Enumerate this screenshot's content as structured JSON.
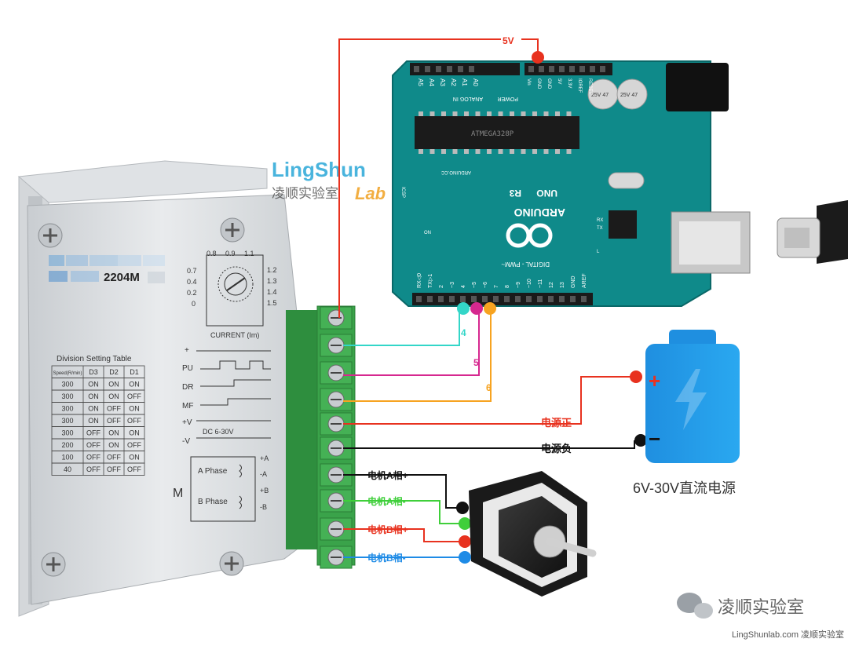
{
  "watermark": {
    "brand_line1": "LingShun",
    "brand_line2": "Lab",
    "brand_cn": "凌顺实验室",
    "footer_logo": "凌顺实验室",
    "footer_text": "LingShunlab.com 凌顺实验室"
  },
  "driver": {
    "model_suffix": "2204M",
    "dial_left": [
      "0.8",
      "0.9",
      "1.1"
    ],
    "dial_side_left": [
      "0.7",
      "0.4",
      "0.2",
      "0"
    ],
    "dial_side_right": [
      "1.2",
      "1.3",
      "1.4",
      "1.5"
    ],
    "current_label": "CURRENT (Im)",
    "table_title": "Division Setting Table",
    "table_headers": [
      "Speed(R/min)",
      "D3",
      "D2",
      "D1"
    ],
    "table_rows": [
      [
        "300",
        "ON",
        "ON",
        "ON"
      ],
      [
        "300",
        "ON",
        "ON",
        "OFF"
      ],
      [
        "300",
        "ON",
        "OFF",
        "ON"
      ],
      [
        "300",
        "ON",
        "OFF",
        "OFF"
      ],
      [
        "300",
        "OFF",
        "ON",
        "ON"
      ],
      [
        "200",
        "OFF",
        "ON",
        "OFF"
      ],
      [
        "100",
        "OFF",
        "OFF",
        "ON"
      ],
      [
        "40",
        "OFF",
        "OFF",
        "OFF"
      ]
    ],
    "pin_labels": [
      "+",
      "PU",
      "DR",
      "MF",
      "+V",
      "-V"
    ],
    "voltage_label": "DC 6-30V",
    "motor_letter": "M",
    "phase_a": "A Phase",
    "phase_b": "B Phase",
    "phase_a_pins": [
      "+A",
      "-A"
    ],
    "phase_b_pins": [
      "+B",
      "-B"
    ]
  },
  "arduino": {
    "board_name": "UNO",
    "board_rev": "R3",
    "brand": "ARDUINO",
    "site": "ARDUINO.CC",
    "digital_label": "DIGITAL - PWM~",
    "analog_labels": [
      "A5",
      "A4",
      "A3",
      "A2",
      "A1",
      "A0"
    ],
    "analog_section": "ANALOG IN",
    "power_section": "POWER",
    "power_labels": [
      "Vin",
      "GND",
      "GND",
      "5V",
      "3.3V",
      "IOREF",
      "RESET"
    ],
    "digital_labels": [
      "RX◁0",
      "TX▷1",
      "2",
      "~3",
      "4",
      "~5",
      "~6",
      "7",
      "8",
      "~9",
      "~10",
      "~11",
      "12",
      "13",
      "GND",
      "AREF"
    ],
    "chip_text": "ATMEGA328P",
    "icsp": "ICSP",
    "on_label": "ON",
    "tx_label": "TX",
    "rx_label": "RX",
    "l_label": "L",
    "cap_label": "25V 47"
  },
  "wiring": {
    "label_5v": "5V",
    "pin4": "4",
    "pin5": "5",
    "pin6": "6",
    "power_pos": "电源正",
    "power_neg": "电源负",
    "motor_a_pos": "电机A相+",
    "motor_a_neg": "电机A相-",
    "motor_b_pos": "电机B相+",
    "motor_b_neg": "电机B相-"
  },
  "battery": {
    "plus": "+",
    "minus": "−",
    "caption": "6V-30V直流电源"
  },
  "colors": {
    "red": "#e8321f",
    "cyan": "#33d6c8",
    "magenta": "#d6288f",
    "orange": "#f7a320",
    "black": "#111111",
    "green": "#3fcf3a",
    "blue": "#1e8be6",
    "board": "#0f8a8a",
    "terminal": "#3aa34a",
    "battery": "#1a9be6"
  }
}
